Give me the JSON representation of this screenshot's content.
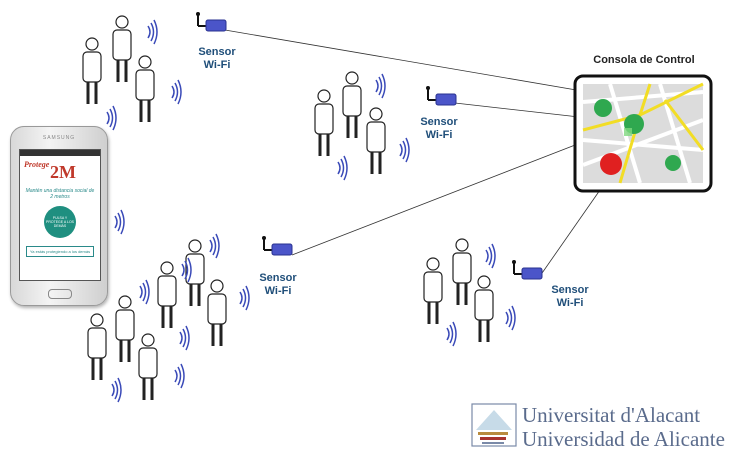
{
  "sensors": [
    {
      "line1": "Sensor",
      "line2": "Wi-Fi"
    },
    {
      "line1": "Sensor",
      "line2": "Wi-Fi"
    },
    {
      "line1": "Sensor",
      "line2": "Wi-Fi"
    },
    {
      "line1": "Sensor",
      "line2": "Wi-Fi"
    }
  ],
  "console": {
    "title": "Consola de Control"
  },
  "phone": {
    "brand": "SAMSUNG",
    "app_name": "Protege",
    "app_logo": "2M",
    "message": "Mantén una distancia social de 2 metros",
    "button_text": "PULSA Y PROTEGE A LOS DEMÁS",
    "status_text": "Ya estás protegiendo a los demás"
  },
  "university": {
    "line1": "Universitat d'Alacant",
    "line2": "Universidad de Alicante"
  },
  "colors": {
    "sensor": "#4b55c9",
    "map_green": "#2fa84f",
    "map_red": "#e02020",
    "text": "#1f4e79"
  }
}
